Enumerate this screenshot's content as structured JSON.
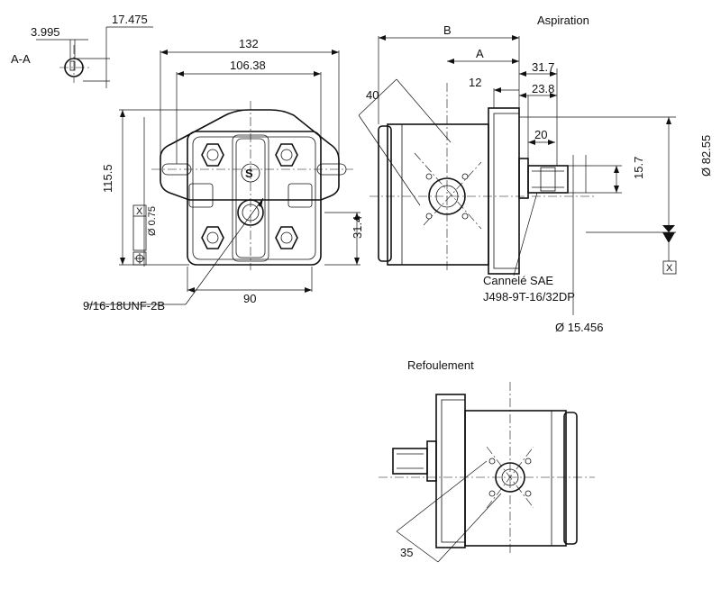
{
  "labels": {
    "aspiration": "Aspiration",
    "refoulement": "Refoulement",
    "section": "A-A",
    "port_thread": "9/16-18UNF-2B",
    "spline_line1": "Cannelé SAE",
    "spline_line2": "J498-9T-16/32DP",
    "shaft_dia": "Ø 15.456",
    "body_dia": "Ø 82.55",
    "tol_dia": "Ø 0.75",
    "datum_x": "X",
    "datum_x_box": "X"
  },
  "dims": {
    "d3995": "3.995",
    "d17475": "17.475",
    "d132": "132",
    "d10638": "106.38",
    "d1155": "115.5",
    "d314": "31.4",
    "d90": "90",
    "d40": "40",
    "dB": "B",
    "dA": "A",
    "d12": "12",
    "d317": "31.7",
    "d238": "23.8",
    "d20": "20",
    "d157": "15.7",
    "d35": "35"
  }
}
